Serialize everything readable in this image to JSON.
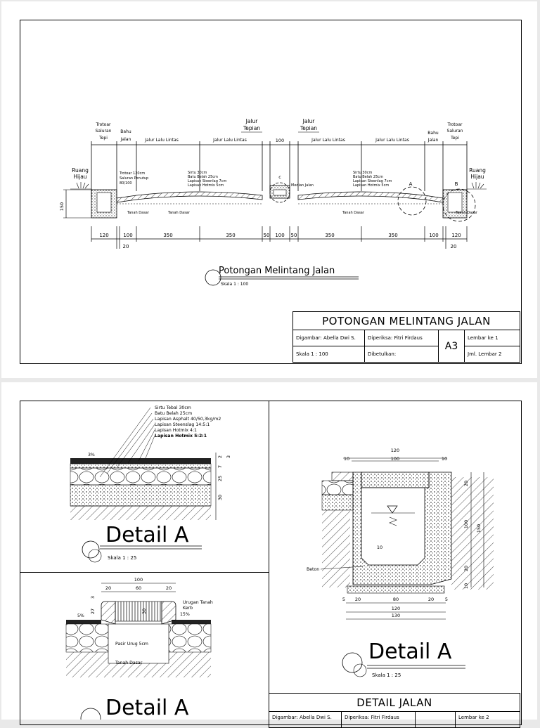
{
  "sheet1": {
    "labels": {
      "jalur_tepian_left_1": "Jalur",
      "jalur_tepian_left_2": "Tepian",
      "jalur_tepian_right_1": "Jalur",
      "jalur_tepian_right_2": "Tepian",
      "trotoar_left_1": "Trotoar",
      "trotoar_left_2": "Saluran",
      "trotoar_left_3": "Tepi",
      "bahu_left_1": "Bahu",
      "bahu_left_2": "Jalan",
      "lalu_lintas_1": "Jalur Lalu Lintas",
      "lalu_lintas_2": "Jalur Lalu Lintas",
      "median_width": "100",
      "lalu_lintas_3": "Jalur Lalu Lintas",
      "lalu_lintas_4": "Jalur Lalu Lintas",
      "bahu_right_1": "Bahu",
      "bahu_right_2": "Jalan",
      "trotoar_right_1": "Trotoar",
      "trotoar_right_2": "Saluran",
      "trotoar_right_3": "Tepi",
      "ruang_hijau_left_1": "Ruang",
      "ruang_hijau_left_2": "Hijau",
      "ruang_hijau_right_1": "Ruang",
      "ruang_hijau_right_2": "Hijau",
      "note_trotoar_1": "Trotoar 120cm",
      "note_trotoar_2": "Saluran Penutup",
      "note_trotoar_3": "80/100",
      "note_layers_l_1": "Sirtu 30cm",
      "note_layers_l_2": "Batu Belah 25cm",
      "note_layers_l_3": "Lapisan Steenlag 7cm",
      "note_layers_l_4": "Lapisan Hotmix 5cm",
      "note_layers_r_1": "Sirtu 30cm",
      "note_layers_r_2": "Batu Belah 25cm",
      "note_layers_r_3": "Lapisan Steenlag 7cm",
      "note_layers_r_4": "Lapisan Hotmix 5cm",
      "median_label": "Median Jalan",
      "marker_c": "c",
      "marker_a": "A",
      "marker_b": "B",
      "tanah_dasar_1": "Tanah Dasar",
      "tanah_dasar_2": "Tanah Dasar",
      "tanah_dasar_3": "Tanah Dasar",
      "tanah_dasar_4": "Tanah Dasar",
      "dim_150": "150",
      "dim_bottom": [
        "120",
        "100",
        "350",
        "350",
        "50",
        "100",
        "50",
        "350",
        "350",
        "100",
        "120"
      ],
      "dim_20_left": "20",
      "dim_20_right": "20"
    },
    "caption": "Potongan Melintang Jalan",
    "scale": "Skala 1 : 100",
    "title_block": {
      "title": "POTONGAN MELINTANG JALAN",
      "drawn": "Digambar: Abella Dwi S.",
      "checked": "Diperiksa: Fitri Firdaus",
      "scale": "Skala 1 : 100",
      "approved": "Dibetulkan:",
      "sheet_code": "A3",
      "sheet_no": "Lembar ke 1",
      "sheet_total": "Jml. Lembar 2"
    }
  },
  "sheet2": {
    "detail_a1": {
      "notes": [
        "Sirtu Tebal 30cm",
        "Batu Belah 25cm",
        "Lapisan Asphalt 40/50,3kg/m2",
        "Lapisan Steenslag 14:5:1",
        "Lapisan Hotmix 4:1",
        "Lapisan Hotmix 5:2:1"
      ],
      "slope": "3%",
      "dims": [
        "2",
        "3",
        "7",
        "25",
        "30"
      ],
      "title": "Detail A",
      "scale": "Skala 1 : 25"
    },
    "detail_a2": {
      "dims_top": [
        "100",
        "20",
        "60",
        "20"
      ],
      "dims_side": [
        "3",
        "27",
        "30"
      ],
      "notes": [
        "Urugan Tanah",
        "Kerb",
        "15%",
        "5%",
        "Pasir Urug 5cm",
        "Tanah Dasar"
      ],
      "title": "Detail A"
    },
    "detail_a3": {
      "dims_top": [
        "120",
        "10",
        "100",
        "10"
      ],
      "dims_right": [
        "20",
        "100",
        "150",
        "20",
        "10"
      ],
      "dims_bottom": [
        "5",
        "20",
        "80",
        "20",
        "5",
        "120",
        "130"
      ],
      "inner_dim": "10",
      "beton": "Beton",
      "title": "Detail A",
      "scale": "Skala 1 : 25"
    },
    "title_block": {
      "title": "DETAIL JALAN",
      "drawn": "Digambar: Abella Dwi S.",
      "checked": "Diperiksa: Fitri Firdaus",
      "sheet_no": "Lembar ke 2"
    }
  }
}
